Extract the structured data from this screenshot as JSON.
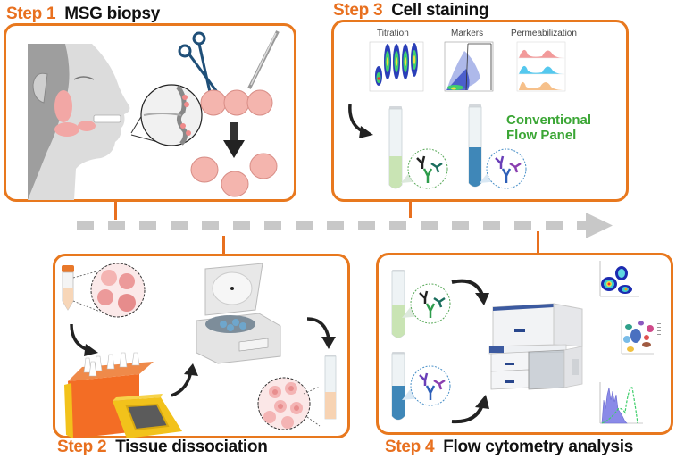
{
  "colors": {
    "accent_orange": "#e8781e",
    "step_number_orange": "#e8701f",
    "timeline_gray": "#c8c8c8",
    "label_green": "#3ba635",
    "tissue_pink": "#f2a7a5",
    "tube_green": "#c9e4b4",
    "tube_blue": "#3f87b8"
  },
  "timeline": {
    "direction": "left-to-right",
    "style": "dashed-arrow"
  },
  "steps": [
    {
      "number_label": "Step 1",
      "title": "MSG biopsy",
      "icons": [
        "face-profile-icon",
        "salivary-gland-zoom-icon",
        "scissors-icon",
        "forceps-icon",
        "tissue-fragment-icon",
        "down-arrow-icon"
      ]
    },
    {
      "number_label": "Step 2",
      "title": "Tissue dissociation",
      "icons": [
        "conical-tube-icon",
        "tissue-zoom-icon",
        "dissociator-instrument-icon",
        "centrifuge-icon",
        "cell-suspension-zoom-icon",
        "test-tube-icon"
      ]
    },
    {
      "number_label": "Step 3",
      "title": "Cell staining",
      "plot_labels": [
        "Titration",
        "Markers",
        "Permeabilization"
      ],
      "panel_label_line1": "Conventional",
      "panel_label_line2": "Flow Panel",
      "icons": [
        "titration-plot-icon",
        "markers-plot-icon",
        "permeabilization-histogram-icon",
        "green-tube-icon",
        "blue-tube-icon",
        "antibody-zoom-icon"
      ]
    },
    {
      "number_label": "Step 4",
      "title": "Flow cytometry analysis",
      "icons": [
        "green-tube-icon",
        "blue-tube-icon",
        "flow-cytometer-icon",
        "density-plot-icon",
        "tsne-plot-icon",
        "histogram-plot-icon"
      ]
    }
  ]
}
